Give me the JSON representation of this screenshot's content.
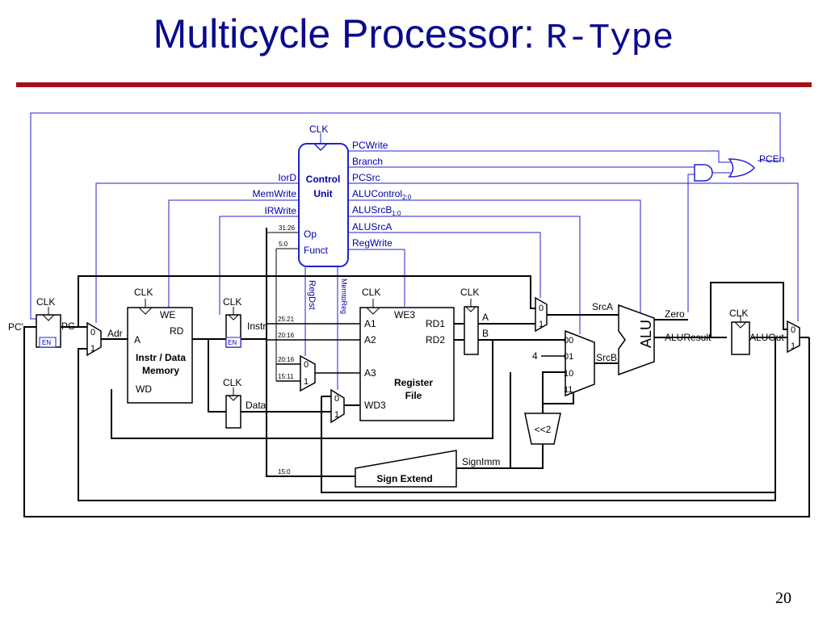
{
  "slide": {
    "title_main": "Multicycle Processor: ",
    "title_code": "R-Type",
    "page_number": "20"
  },
  "colors": {
    "title": "#0a0a8c",
    "rule": "#a31218",
    "control": "#2222cc",
    "datapath": "#000000"
  },
  "control_unit": {
    "label_line1": "Control",
    "label_line2": "Unit",
    "clk": "CLK",
    "op": "Op",
    "funct": "Funct",
    "op_bits": "31:26",
    "funct_bits": "5:0",
    "outputs_right": [
      "PCWrite",
      "Branch",
      "PCSrc",
      "ALUControl",
      "ALUSrcB",
      "ALUSrcA",
      "RegWrite"
    ],
    "alucontrol_sub": "2:0",
    "alusrcb_sub": "1:0",
    "outputs_left": [
      "IorD",
      "MemWrite",
      "IRWrite"
    ],
    "outputs_down": [
      "RegDst",
      "MemtoReg"
    ],
    "pcen": "PCEn"
  },
  "pc_reg": {
    "clk": "CLK",
    "en": "EN",
    "pc_prime": "PC'",
    "pc": "PC"
  },
  "mux_adr": {
    "in0": "0",
    "in1": "1",
    "out": "Adr"
  },
  "memory": {
    "title_line1": "Instr / Data",
    "title_line2": "Memory",
    "we": "WE",
    "a": "A",
    "rd": "RD",
    "wd": "WD"
  },
  "instr_reg": {
    "clk": "CLK",
    "en": "EN",
    "label": "Instr"
  },
  "data_reg": {
    "clk": "CLK",
    "label": "Data"
  },
  "bitfields": {
    "rs": "25:21",
    "rt": "20:16",
    "rt2": "20:16",
    "rd": "15:11",
    "imm": "15:0"
  },
  "regfile": {
    "clk": "CLK",
    "we3": "WE3",
    "a1": "A1",
    "a2": "A2",
    "a3": "A3",
    "wd3": "WD3",
    "rd1": "RD1",
    "rd2": "RD2",
    "title_line1": "Register",
    "title_line2": "File"
  },
  "mux_regdst": {
    "in0": "0",
    "in1": "1"
  },
  "mux_memtoreg": {
    "in0": "0",
    "in1": "1"
  },
  "ab_reg": {
    "clk": "CLK",
    "a": "A",
    "b": "B"
  },
  "mux_srca": {
    "in0": "0",
    "in1": "1",
    "out": "SrcA"
  },
  "mux_srcb": {
    "in00": "00",
    "in01": "01",
    "in10": "10",
    "in11": "11",
    "const4": "4",
    "out": "SrcB"
  },
  "alu": {
    "label": "ALU",
    "zero": "Zero",
    "result": "ALUResult"
  },
  "aluout_reg": {
    "clk": "CLK",
    "label": "ALUOut"
  },
  "mux_pc": {
    "in0": "0",
    "in1": "1"
  },
  "sign_extend": {
    "label": "Sign Extend",
    "out": "SignImm"
  },
  "shifter": {
    "label": "<<2"
  }
}
